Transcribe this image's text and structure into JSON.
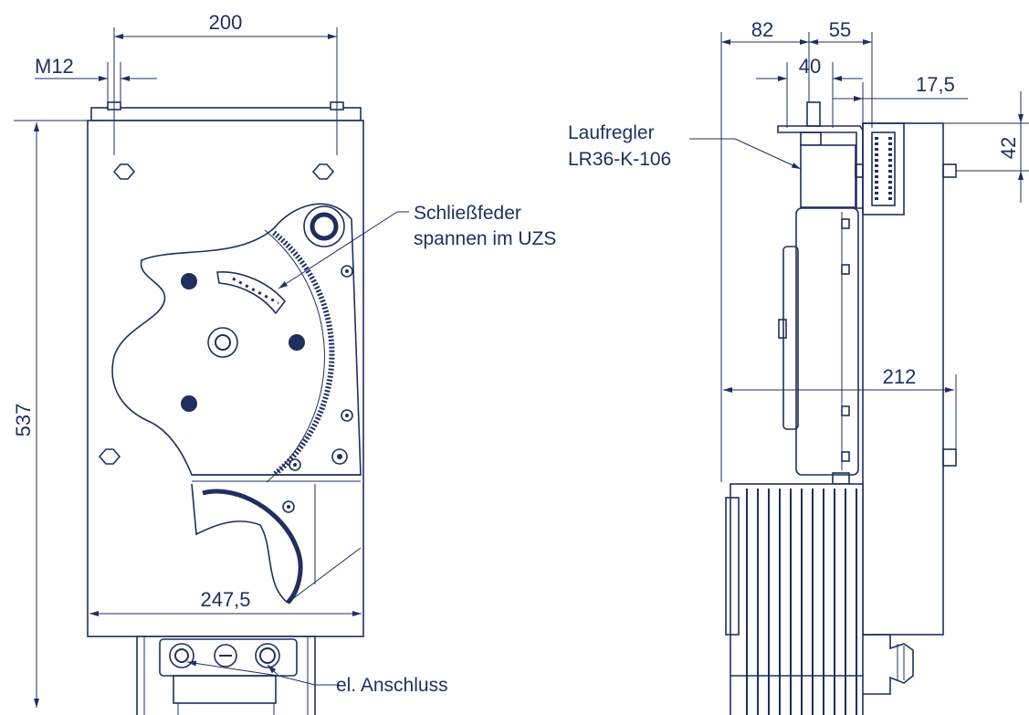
{
  "dimensions": {
    "d200": "200",
    "m12": "M12",
    "d537": "537",
    "d247": "247,5",
    "d82": "82",
    "d55": "55",
    "d40": "40",
    "d175": "17,5",
    "d42": "42",
    "d212": "212"
  },
  "labels": {
    "spring_line1": "Schließfeder",
    "spring_line2": "spannen im UZS",
    "regulator_line1": "Laufregler",
    "regulator_line2": "LR36-K-106",
    "connection": "el. Anschluss"
  },
  "colors": {
    "line": "#1f2f5e",
    "background": "#ffffff"
  }
}
